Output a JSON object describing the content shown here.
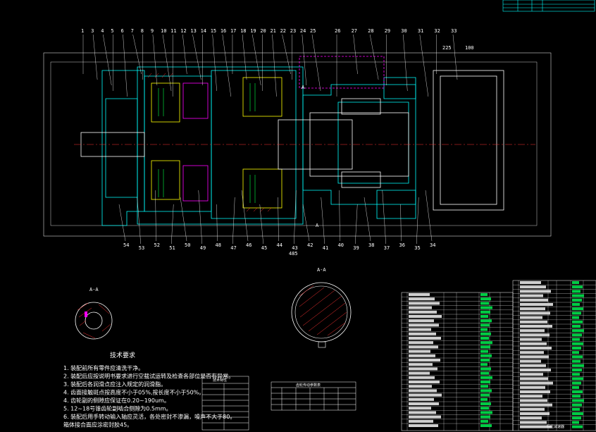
{
  "drawing": {
    "callouts_top": [
      "1",
      "3",
      "4",
      "5",
      "6",
      "7",
      "8",
      "9",
      "10",
      "11",
      "12",
      "13",
      "14",
      "15",
      "16",
      "17",
      "18",
      "19",
      "20",
      "21",
      "22",
      "23",
      "24",
      "25",
      "26",
      "27",
      "28",
      "29",
      "30",
      "31",
      "32",
      "33"
    ],
    "callouts_bottom": [
      "54",
      "53",
      "52",
      "51",
      "50",
      "49",
      "48",
      "47",
      "46",
      "45",
      "44",
      "43",
      "42",
      "41",
      "40",
      "39",
      "38",
      "37",
      "36",
      "35",
      "34"
    ],
    "section_aa_small": "A-A",
    "section_aa_large": "A-A",
    "section_marker_top": "A",
    "section_marker_bottom": "A",
    "dim_overall": "485",
    "dim_right": "225",
    "dim_right2": "100"
  },
  "tech_requirements": {
    "title": "技术要求",
    "items": [
      "1.  装配前所有零件应清洗干净。",
      "2.  装配后应按说明书要求进行空载试运转及检查各部位是否有异常。",
      "3.  装配后各润滑点应注入规定的润滑脂。",
      "4.  齿面接触斑点按高度不小于05%,按长度不小于50%。",
      "4.  齿轮副的侧隙应保证在0.20~190um。",
      "5.  12~18号锥齿轮副啮合侧隙为0.5mm。",
      "6.  装配后用手转动输入轴应灵活，各处密封不渗漏，噪声不大于80。",
      "    箱体接合面应涂密封胶45。"
    ]
  },
  "tables": {
    "performance_title": "技术特性",
    "gear_table_title": "齿轮传动参数表"
  },
  "title_block": {
    "label": "行星减速器"
  }
}
